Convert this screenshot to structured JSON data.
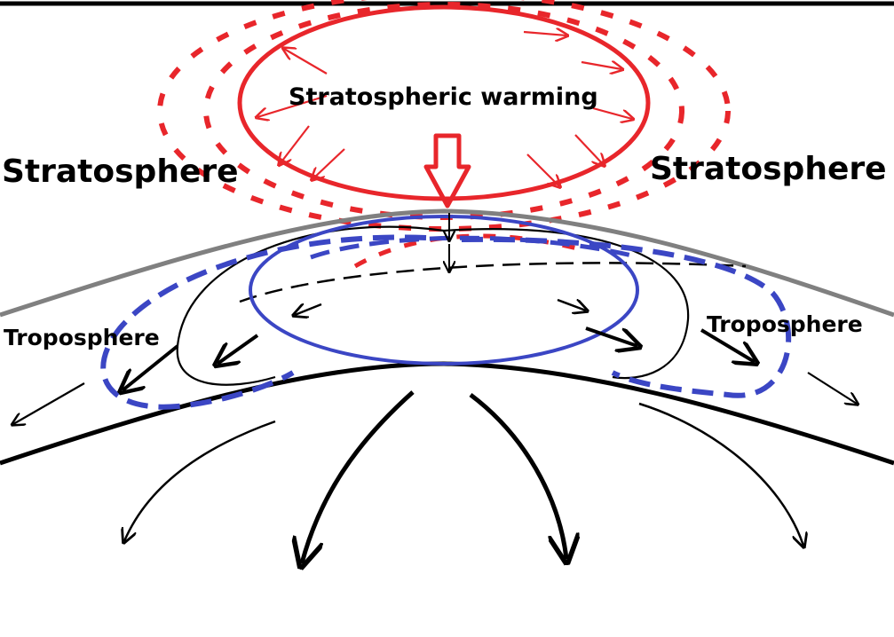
{
  "labels": {
    "stratosphere_left": "Stratosphere",
    "stratosphere_right": "Stratosphere",
    "warming": "Stratospheric warming",
    "troposphere_left": "Troposphere",
    "troposphere_right": "Troposphere"
  },
  "colors": {
    "warming": "#e8262b",
    "vortex": "#3b46c4",
    "tropopause": "#808080",
    "ink": "#000000"
  }
}
